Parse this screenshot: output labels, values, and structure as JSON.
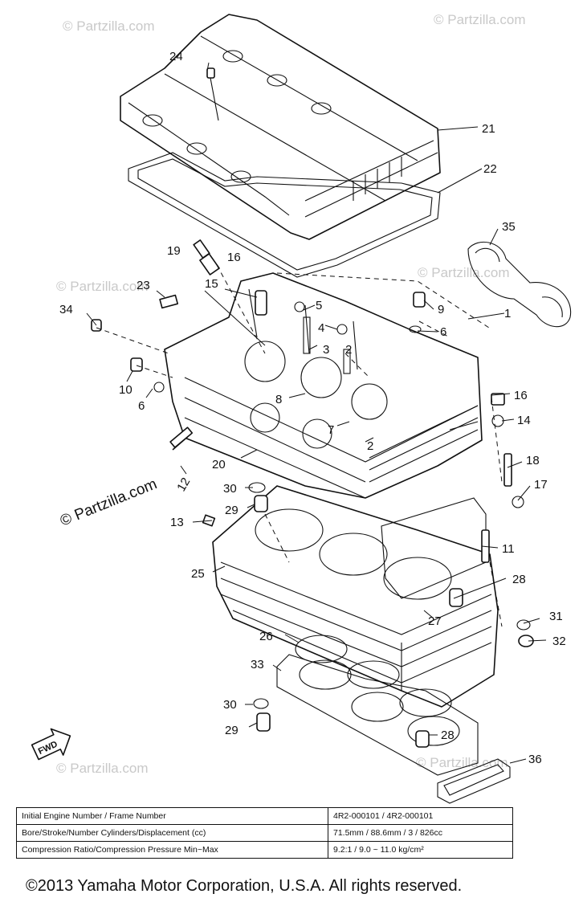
{
  "watermarks": {
    "text": "© Partzilla.com",
    "prominent": "© Partzilla.com"
  },
  "part_labels": {
    "p1": "1",
    "p2a": "2",
    "p2b": "2",
    "p3": "3",
    "p4": "4",
    "p5": "5",
    "p6a": "6",
    "p6b": "6",
    "p7": "7",
    "p8": "8",
    "p9": "9",
    "p10": "10",
    "p11": "11",
    "p12": "12",
    "p13": "13",
    "p14": "14",
    "p15": "15",
    "p16a": "16",
    "p16b": "16",
    "p17": "17",
    "p18": "18",
    "p19": "19",
    "p20": "20",
    "p21": "21",
    "p22": "22",
    "p23": "23",
    "p24": "24",
    "p25": "25",
    "p26": "26",
    "p27": "27",
    "p28a": "28",
    "p28b": "28",
    "p29a": "29",
    "p29b": "29",
    "p30a": "30",
    "p30b": "30",
    "p31": "31",
    "p32": "32",
    "p33": "33",
    "p34": "34",
    "p35": "35",
    "p36": "36"
  },
  "fwd_label": "FWD",
  "spec_table": {
    "rows": [
      {
        "label": "Initial Engine Number / Frame Number",
        "value": "4R2-000101 / 4R2-000101"
      },
      {
        "label": "Bore/Stroke/Number Cylinders/Displacement (cc)",
        "value": "71.5mm / 88.6mm / 3 / 826cc"
      },
      {
        "label": "Compression Ratio/Compression Pressure Min~Max",
        "value": "9.2:1 / 9.0 ~ 11.0 kg/cm²"
      }
    ]
  },
  "copyright": "©2013  Yamaha Motor Corporation, U.S.A. All rights reserved."
}
